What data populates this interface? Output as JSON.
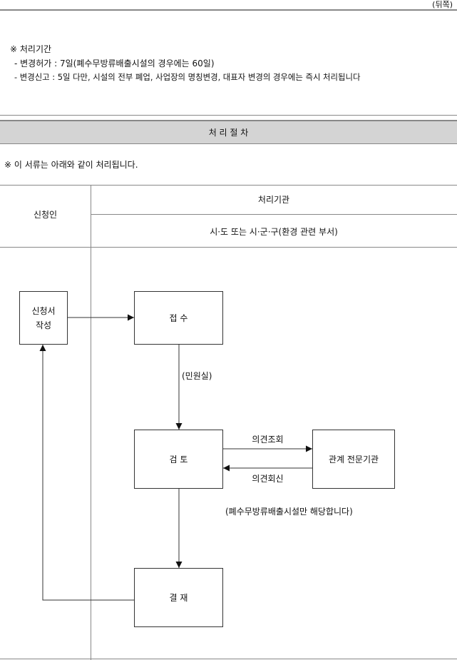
{
  "page": {
    "corner_label": "(뒤쪽)"
  },
  "processing_period": {
    "heading": "※ 처리기간",
    "line1": "- 변경허가 : 7일(폐수무방류배출시설의 경우에는 60일)",
    "line2": "- 변경신고 : 5일 다만, 시설의 전부 폐업, 사업장의 명칭변경, 대표자 변경의 경우에는 즉시 처리됩니다"
  },
  "procedure": {
    "title": "처 리 절 차",
    "note": "※ 이 서류는 아래와 같이 처리됩니다.",
    "col_applicant": "신청인",
    "col_agency": "처리기관",
    "col_agency_sub": "시·도 또는 시·군·구(환경 관련 부서)"
  },
  "flow": {
    "write_application": "신청서\n작성",
    "receipt": "접 수",
    "receipt_office": "(민원실)",
    "review": "검 토",
    "expert_agency": "관계 전문기관",
    "opinion_request": "의견조회",
    "opinion_reply": "의견회신",
    "expert_note": "(폐수무방류배출시설만 해당합니다)",
    "approval": "결 재"
  },
  "colors": {
    "header_bar": "#d4d4d4",
    "rule": "#888888",
    "line": "#333333"
  }
}
